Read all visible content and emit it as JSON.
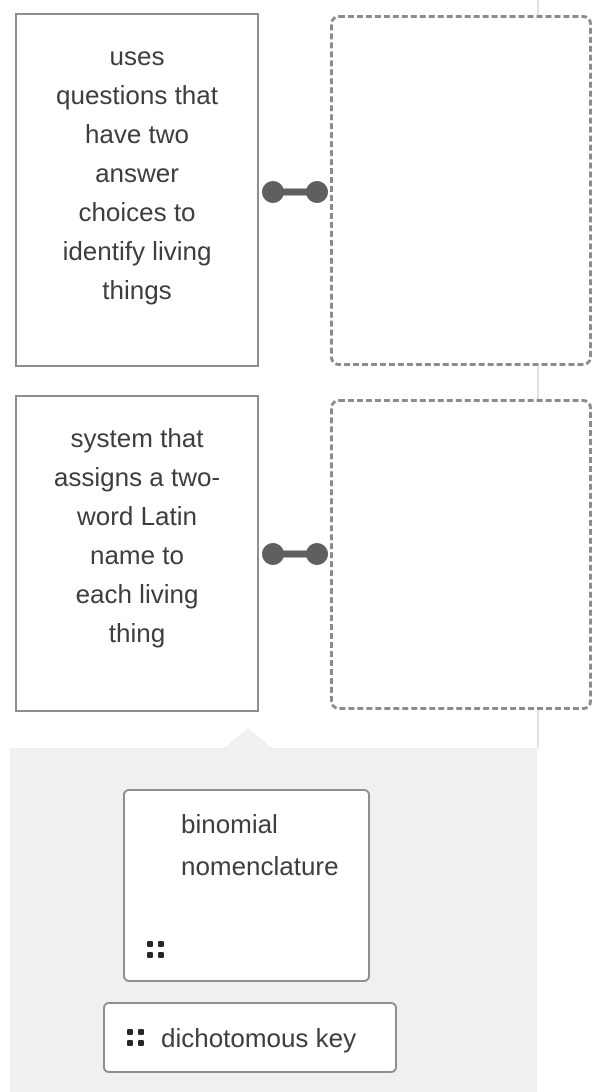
{
  "widget": {
    "kind": "matching-question"
  },
  "matching": {
    "pairs": [
      {
        "prompt": "uses questions that have two answer choices to identify living things",
        "prompt_display": "uses\nquestions that\nhave two\nanswer\nchoices to\nidentify living\nthings",
        "drop_zone_value": ""
      },
      {
        "prompt": "system that assigns a two-word Latin name to each living thing",
        "prompt_display": "system that\nassigns a two-\nword Latin\nname to\neach living\nthing",
        "drop_zone_value": ""
      }
    ]
  },
  "tray": {
    "options": [
      {
        "label": "binomial nomenclature",
        "label_display": "binomial\nnomenclature"
      },
      {
        "label": "dichotomous key",
        "label_display": "dichotomous key"
      }
    ]
  },
  "icons": {
    "connector": "connector-icon",
    "drag_handle": "drag-handle-icon",
    "tray_notch": "tray-notch"
  },
  "colors": {
    "box_border": "#8e8e8e",
    "dashed_border": "#8c8c8c",
    "connector": "#5f5f5f",
    "text": "#3e3e3e",
    "drag_handle": "#262626",
    "tray_background": "#f0f0f0",
    "divider": "#e3e3e3",
    "page_background": "#ffffff"
  }
}
